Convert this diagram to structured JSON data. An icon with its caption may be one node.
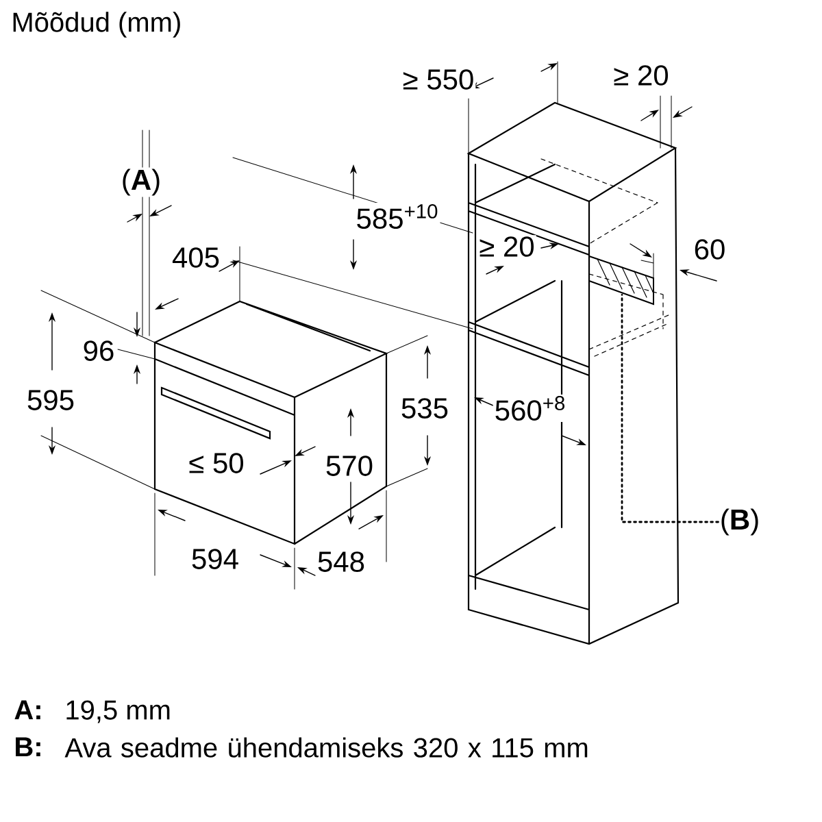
{
  "diagram": {
    "title": "Mõõdud (mm)",
    "nodes": [
      {
        "text": [
          "(**B**)"
        ]
      },
      {
        "text": [],
        "shape": "box"
      }
    ],
    "edges": [
      {
        "from": 0,
        "to": 1,
        "arrow": "none",
        "style": "dashed"
      }
    ],
    "labels": [
      "(**A**)",
      "405",
      "96",
      "595",
      "≤ 50",
      "570",
      "594",
      "548",
      "585$^{+10}$",
      "535",
      "≥ 550",
      "≥ 20",
      "≥ 20",
      "60",
      "560$^{+8}$",
      "A:",
      "19,5 mm",
      "B:",
      "Ava seadme ühendamiseks 320 x 115 mm"
    ]
  }
}
